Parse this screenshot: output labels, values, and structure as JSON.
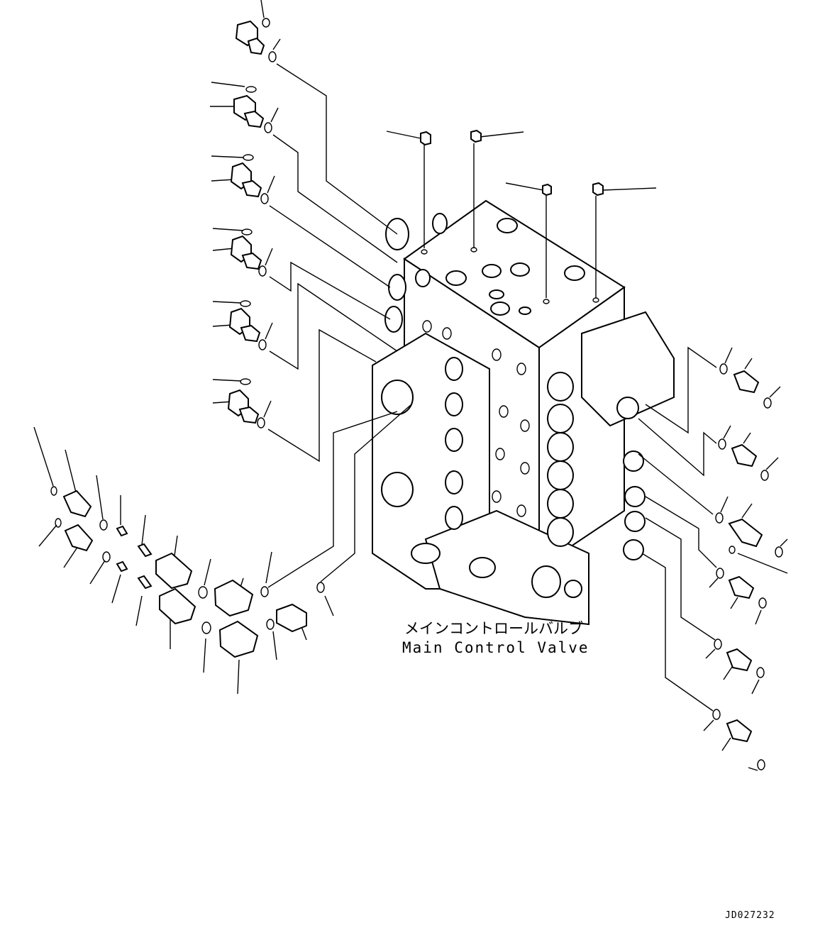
{
  "diagram": {
    "title_ja": "メインコントロールバルブ",
    "title_en": "Main Control Valve",
    "drawing_code": "JD027232"
  }
}
